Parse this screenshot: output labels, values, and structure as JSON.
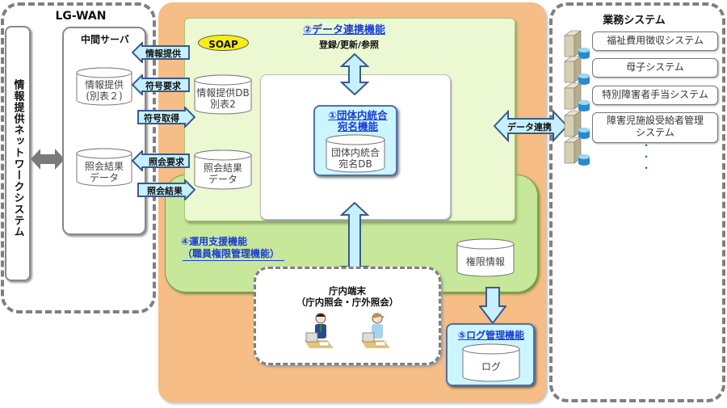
{
  "lgwan": {
    "title": "LG-WAN",
    "network_system": "情報提供ネットワークシステム",
    "middle_server": {
      "title": "中間サーバ",
      "db1": [
        "情報提供",
        "(別表２)"
      ],
      "db2": [
        "照会結果",
        "データ"
      ]
    }
  },
  "arrows_left": [
    {
      "label": "情報提供",
      "direction": "left"
    },
    {
      "label": "符号要求",
      "direction": "left"
    },
    {
      "label": "符号取得",
      "direction": "right"
    },
    {
      "label": "照会要求",
      "direction": "left"
    },
    {
      "label": "照会結果",
      "direction": "right"
    }
  ],
  "center": {
    "soap": "SOAP",
    "data_link": {
      "title": "②データ連携機能",
      "subtitle": "登録/更新/参照",
      "db_provision": [
        "情報提供DB",
        "別表2"
      ],
      "db_result": [
        "照会結果",
        "データ"
      ]
    },
    "name_function": {
      "title": [
        "①団体内統合",
        "宛名機能"
      ],
      "db": [
        "団体内統合",
        "宛名DB"
      ]
    },
    "ops_support": {
      "title": [
        "④運用支援機能",
        "（職員権限管理機能）"
      ],
      "db": "権限情報"
    },
    "terminal": {
      "title": [
        "庁内端末",
        "（庁内照会・庁外照会）"
      ]
    },
    "log": {
      "title": "⑤ログ管理機能",
      "db": "ログ"
    },
    "data_link_arrow": "データ連携"
  },
  "business": {
    "title": "業務システム",
    "systems": [
      [
        "福祉費用徴収システム"
      ],
      [
        "母子システム"
      ],
      [
        "特別障害者手当システム"
      ],
      [
        "障害児施設受給者管理",
        "システム"
      ]
    ],
    "ellipsis": [
      "・",
      "・",
      "・"
    ]
  },
  "colors": {
    "orange": "#f6bd86",
    "light_green": "#ebf8d2",
    "mid_green": "#c7e79a",
    "light_cyan": "#ccf5ff",
    "arrow_fill": "#c6f0ff",
    "arrow_stroke": "#3a5a8c",
    "link_blue": "#1a3cd6"
  }
}
